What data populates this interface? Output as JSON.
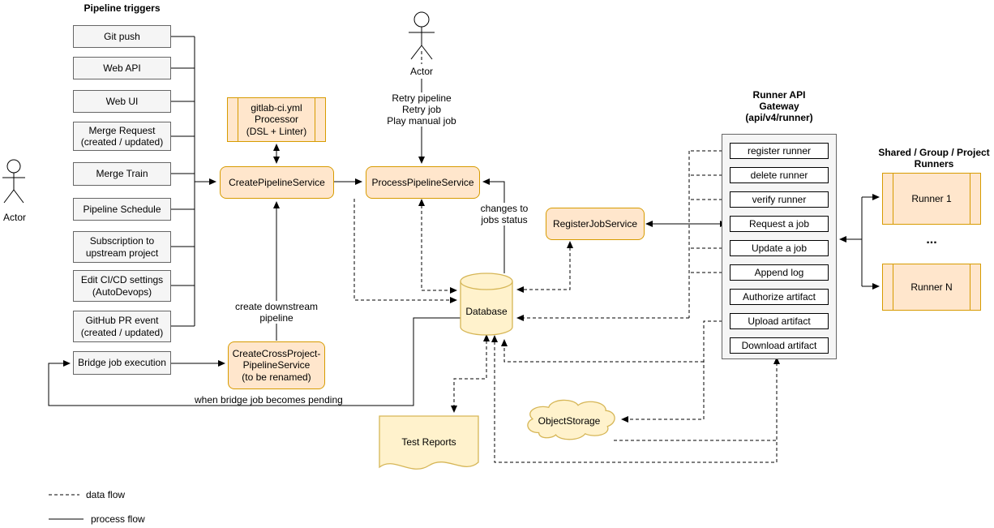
{
  "colors": {
    "service_fill": "#ffe6cc",
    "service_border": "#d79b00",
    "store_fill": "#fff2cc",
    "store_border": "#d6b656",
    "trigger_fill": "#f5f5f5",
    "trigger_border": "#666666",
    "endpoint_fill": "#ffffff",
    "line_color": "#000000"
  },
  "triggers": {
    "title": "Pipeline triggers",
    "items": [
      "Git push",
      "Web API",
      "Web UI",
      "Merge Request\n(created / updated)",
      "Merge Train",
      "Pipeline Schedule",
      "Subscription to\nupstream project",
      "Edit CI/CD settings\n(AutoDevops)",
      "GitHub PR event\n(created / updated)",
      "Bridge job execution"
    ]
  },
  "actors": {
    "left": "Actor",
    "top": "Actor"
  },
  "services": {
    "processor": "gitlab-ci.yml\nProcessor\n(DSL + Linter)",
    "create_pipeline": "CreatePipelineService",
    "process_pipeline": "ProcessPipelineService",
    "create_cross_project": "CreateCrossProject-\nPipelineService\n(to be renamed)",
    "register_job": "RegisterJobService"
  },
  "datastores": {
    "database": "Database",
    "object_storage": "ObjectStorage",
    "test_reports": "Test Reports"
  },
  "gateway": {
    "title": "Runner API\nGateway\n(api/v4/runner)",
    "endpoints": [
      "register runner",
      "delete runner",
      "verify runner",
      "Request a job",
      "Update a job",
      "Append log",
      "Authorize artifact",
      "Upload artifact",
      "Download artifact"
    ]
  },
  "runners": {
    "title": "Shared / Group / Project\nRunners",
    "items": [
      "Runner 1",
      "Runner N"
    ],
    "ellipsis": "..."
  },
  "labels": {
    "retry": "Retry pipeline\nRetry job\nPlay manual job",
    "changes": "changes to\njobs status",
    "create_downstream": "create downstream\npipeline",
    "when_bridge": "when bridge job becomes pending"
  },
  "legend": {
    "data_flow": "data flow",
    "process_flow": "process flow"
  }
}
